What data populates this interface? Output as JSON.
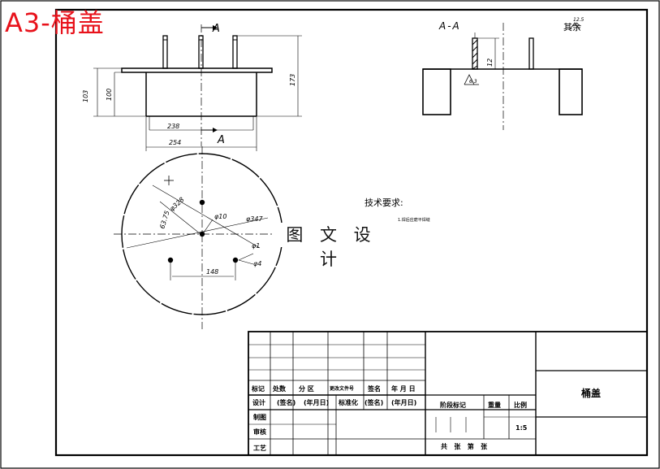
{
  "title": "A3-桶盖",
  "watermark": "图 文 设 计",
  "views": {
    "section_marker": "A",
    "section_label": "A-A",
    "roughness_note": "其余",
    "roughness_value": "12.5",
    "section_roughness": "6.3",
    "tech_title": "技术要求:",
    "tech_line": "1.焊后应磨平焊缝"
  },
  "dimensions": {
    "front": [
      "103",
      "100",
      "173",
      "238",
      "254"
    ],
    "section": [
      "12"
    ],
    "plan": [
      "φ328",
      "63.75",
      "φ10",
      "φ347",
      "φ1",
      "φ4",
      "148"
    ]
  },
  "title_block": {
    "row_labels": [
      "标记",
      "处数",
      "分 区",
      "更改文件号",
      "签名",
      "年 月 日"
    ],
    "design_row": [
      "设计",
      "(签名)",
      "(年月日)",
      "标准化",
      "(签名)",
      "(年月日)"
    ],
    "side_labels": [
      "制图",
      "审核",
      "工艺"
    ],
    "stage_header": [
      "阶段标记",
      "重量",
      "比例"
    ],
    "scale": "1:5",
    "sheets": "共   张   第   张",
    "part_name": "桶盖"
  }
}
